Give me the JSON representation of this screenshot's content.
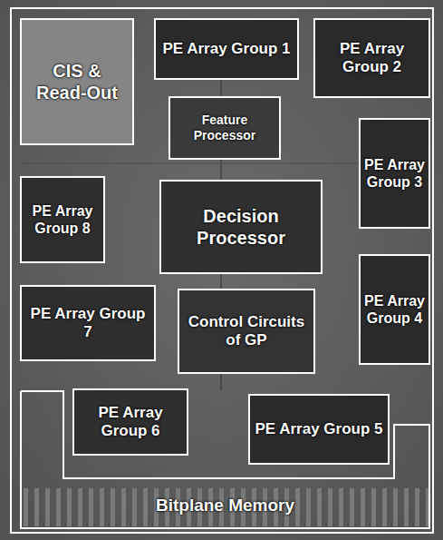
{
  "diagram": {
    "nodes": [
      {
        "text": [
          "CIS & Read-Out"
        ]
      },
      {
        "text": [
          "PE Array Group 1"
        ]
      },
      {
        "text": [
          "PE Array Group 2"
        ]
      },
      {
        "text": [
          "Feature Processor"
        ]
      },
      {
        "text": [
          "PE Array Group 3"
        ]
      },
      {
        "text": [
          "PE Array Group 8"
        ]
      },
      {
        "text": [
          "Decision Processor"
        ]
      },
      {
        "text": [
          "PE Array Group 4"
        ]
      },
      {
        "text": [
          "PE Array Group 7"
        ]
      },
      {
        "text": [
          "Control Circuits of GP"
        ]
      },
      {
        "text": [
          "PE Array Group 6"
        ]
      },
      {
        "text": [
          "PE Array Group 5"
        ]
      },
      {
        "text": [
          "Bitplane Memory"
        ]
      }
    ]
  }
}
